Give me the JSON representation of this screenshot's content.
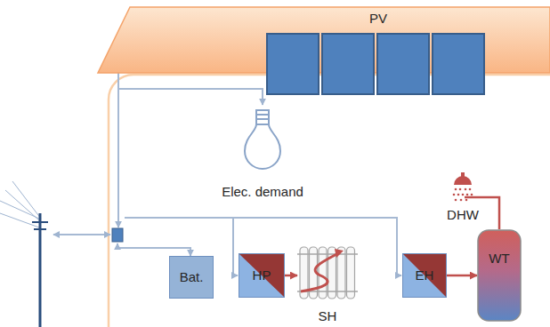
{
  "diagram": {
    "nodes": [
      {
        "text": [
          "PV"
        ]
      },
      {
        "text": [
          "Elec. demand"
        ]
      },
      {
        "text": [
          "Bat."
        ]
      },
      {
        "text": [
          "HP"
        ]
      },
      {
        "text": [
          "SH"
        ]
      },
      {
        "text": [
          "EH"
        ]
      },
      {
        "text": [
          "WT"
        ]
      },
      {
        "text": [
          "DHW"
        ]
      }
    ],
    "edges": [
      {
        "from": 3,
        "to": 4,
        "arrow": "to"
      },
      {
        "from": 5,
        "to": 6,
        "arrow": "to"
      },
      {
        "from": 6,
        "to": 7,
        "arrow": "none"
      }
    ]
  }
}
